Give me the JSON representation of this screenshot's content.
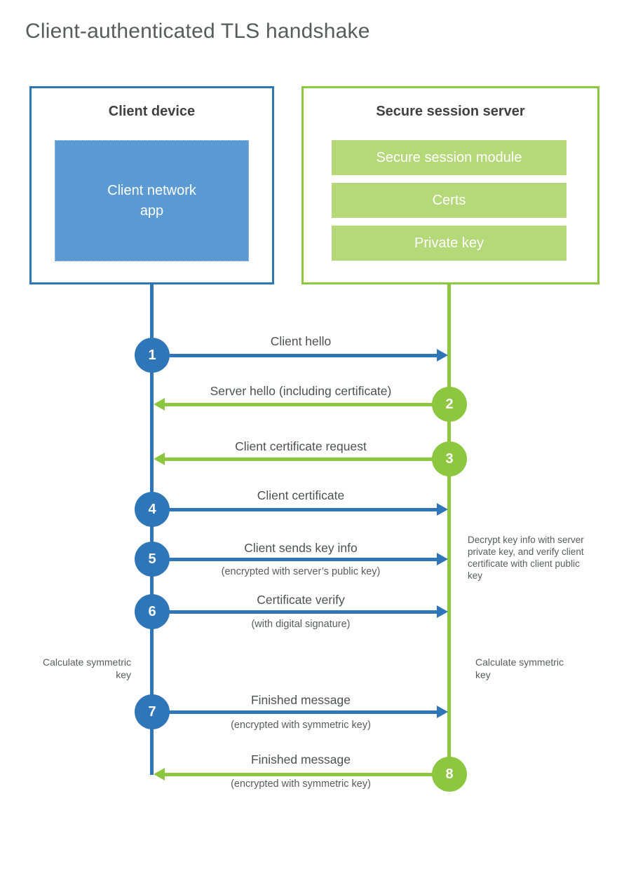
{
  "title": "Client-authenticated TLS handshake",
  "colors": {
    "blue": "#2e76b8",
    "blue_fill": "#5b9ad3",
    "green": "#8dc63f",
    "green_fill": "#b5d878"
  },
  "client": {
    "title": "Client device",
    "app_label": "Client network app"
  },
  "server": {
    "title": "Secure session server",
    "modules": [
      "Secure session module",
      "Certs",
      "Private key"
    ]
  },
  "steps": [
    {
      "num": "1",
      "label": "Client hello",
      "sub": "",
      "direction": "right",
      "color": "blue"
    },
    {
      "num": "2",
      "label": "Server hello (including certificate)",
      "sub": "",
      "direction": "left",
      "color": "green"
    },
    {
      "num": "3",
      "label": "Client certificate request",
      "sub": "",
      "direction": "left",
      "color": "green"
    },
    {
      "num": "4",
      "label": "Client certificate",
      "sub": "",
      "direction": "right",
      "color": "blue"
    },
    {
      "num": "5",
      "label": "Client sends key info",
      "sub": "(encrypted with server’s public key)",
      "direction": "right",
      "color": "blue"
    },
    {
      "num": "6",
      "label": "Certificate verify",
      "sub": "(with digital signature)",
      "direction": "right",
      "color": "blue"
    },
    {
      "num": "7",
      "label": "Finished message",
      "sub": "(encrypted with symmetric key)",
      "direction": "right",
      "color": "blue"
    },
    {
      "num": "8",
      "label": "Finished message",
      "sub": "(encrypted with symmetric key)",
      "direction": "left",
      "color": "green"
    }
  ],
  "annotations": {
    "decrypt_note": "Decrypt key info with server private key, and verify client certificate with client public key",
    "calc_left": "Calculate symmetric key",
    "calc_right": "Calculate symmetric key"
  }
}
